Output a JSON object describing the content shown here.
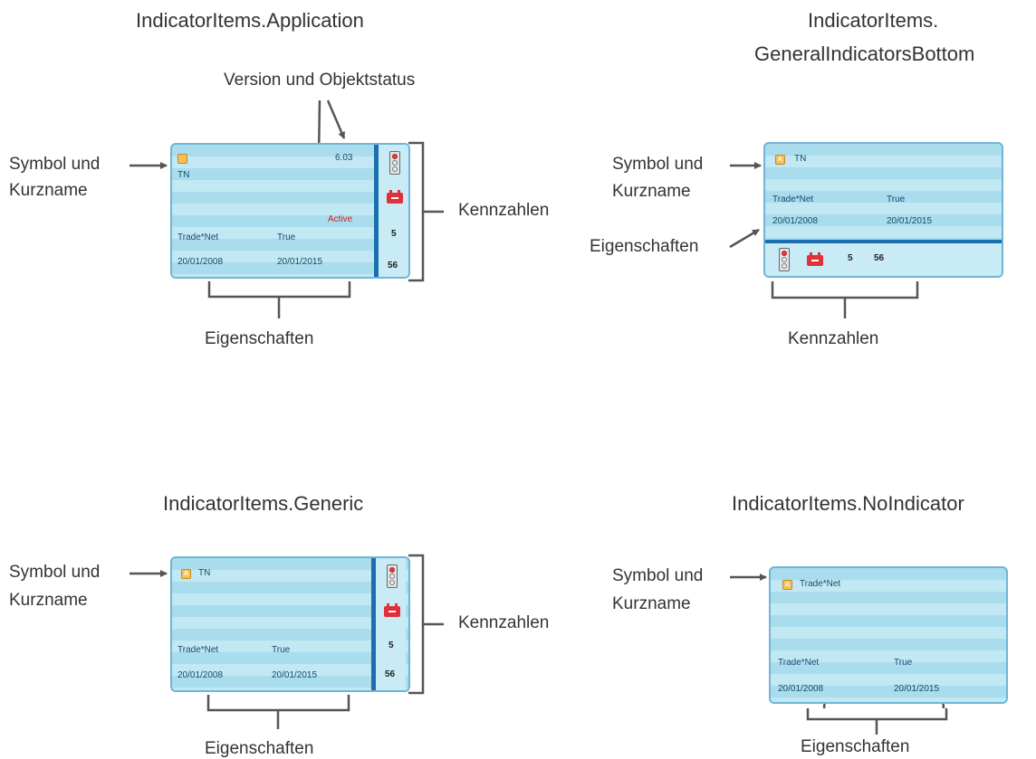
{
  "titles": {
    "application": "IndicatorItems.Application",
    "gib_line1": "IndicatorItems.",
    "gib_line2": "GeneralIndicatorsBottom",
    "generic": "IndicatorItems.Generic",
    "noindicator": "IndicatorItems.NoIndicator"
  },
  "labels": {
    "symbol_line1": "Symbol und",
    "symbol_line2": "Kurzname",
    "version_status": "Version und Objektstatus",
    "kennzahlen": "Kennzahlen",
    "eigenschaften": "Eigenschaften"
  },
  "card": {
    "short_name": "TN",
    "full_name": "Trade*Net",
    "prop1_label": "Trade*Net",
    "prop2_label": "True",
    "prop1_value": "20/01/2008",
    "prop2_value": "20/01/2015",
    "version": "6.03",
    "status": "Active",
    "kpi1": "5",
    "kpi2": "56",
    "icon_letter": "A"
  },
  "colors": {
    "card_border": "#6fb6d6",
    "card_bg": "#a9dcec",
    "divider": "#1b6fae",
    "status": "#d02020",
    "battery": "#e1303a"
  }
}
